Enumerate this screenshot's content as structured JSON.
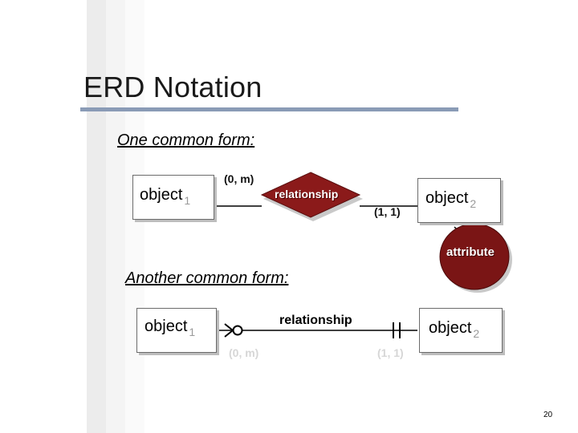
{
  "title": "ERD Notation",
  "heading_one": "One common form:",
  "heading_two": "Another common form:",
  "form_one": {
    "object_a": {
      "text": "object",
      "sub": "1"
    },
    "object_b": {
      "text": "object",
      "sub": "2"
    },
    "cardinality_left": "(0, m)",
    "cardinality_right": "(1, 1)",
    "relationship": "relationship",
    "attribute": "attribute"
  },
  "form_two": {
    "object_a": {
      "text": "object",
      "sub": "1"
    },
    "object_b": {
      "text": "object",
      "sub": "2"
    },
    "relationship": "relationship",
    "ghost_left": "(0, m)",
    "ghost_right": "(1, 1)"
  },
  "page_number": "20",
  "colors": {
    "relationship_fill": "#8b1a1a",
    "attribute_fill": "#7a1515",
    "title_rule": "#8a9bb6"
  }
}
